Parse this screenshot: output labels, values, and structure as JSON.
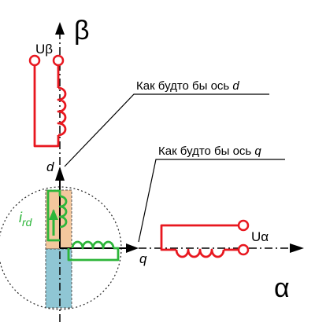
{
  "axes": {
    "beta": "β",
    "alpha": "α",
    "d": "d",
    "q": "q"
  },
  "callouts": {
    "d_text": "Как будто бы ось ",
    "d_axis": "d",
    "q_text": "Как будто бы ось ",
    "q_axis": "q"
  },
  "windings": {
    "u_beta": "Uβ",
    "u_alpha": "Uα",
    "rotor_current_main": "i",
    "rotor_current_sub": "rd"
  },
  "colors": {
    "stator_winding": "#e8171f",
    "rotor_winding": "#2db53a",
    "rotor_d_region": "#f3c79d",
    "rotor_q_region": "#8fc6d4",
    "axis": "#000000"
  }
}
